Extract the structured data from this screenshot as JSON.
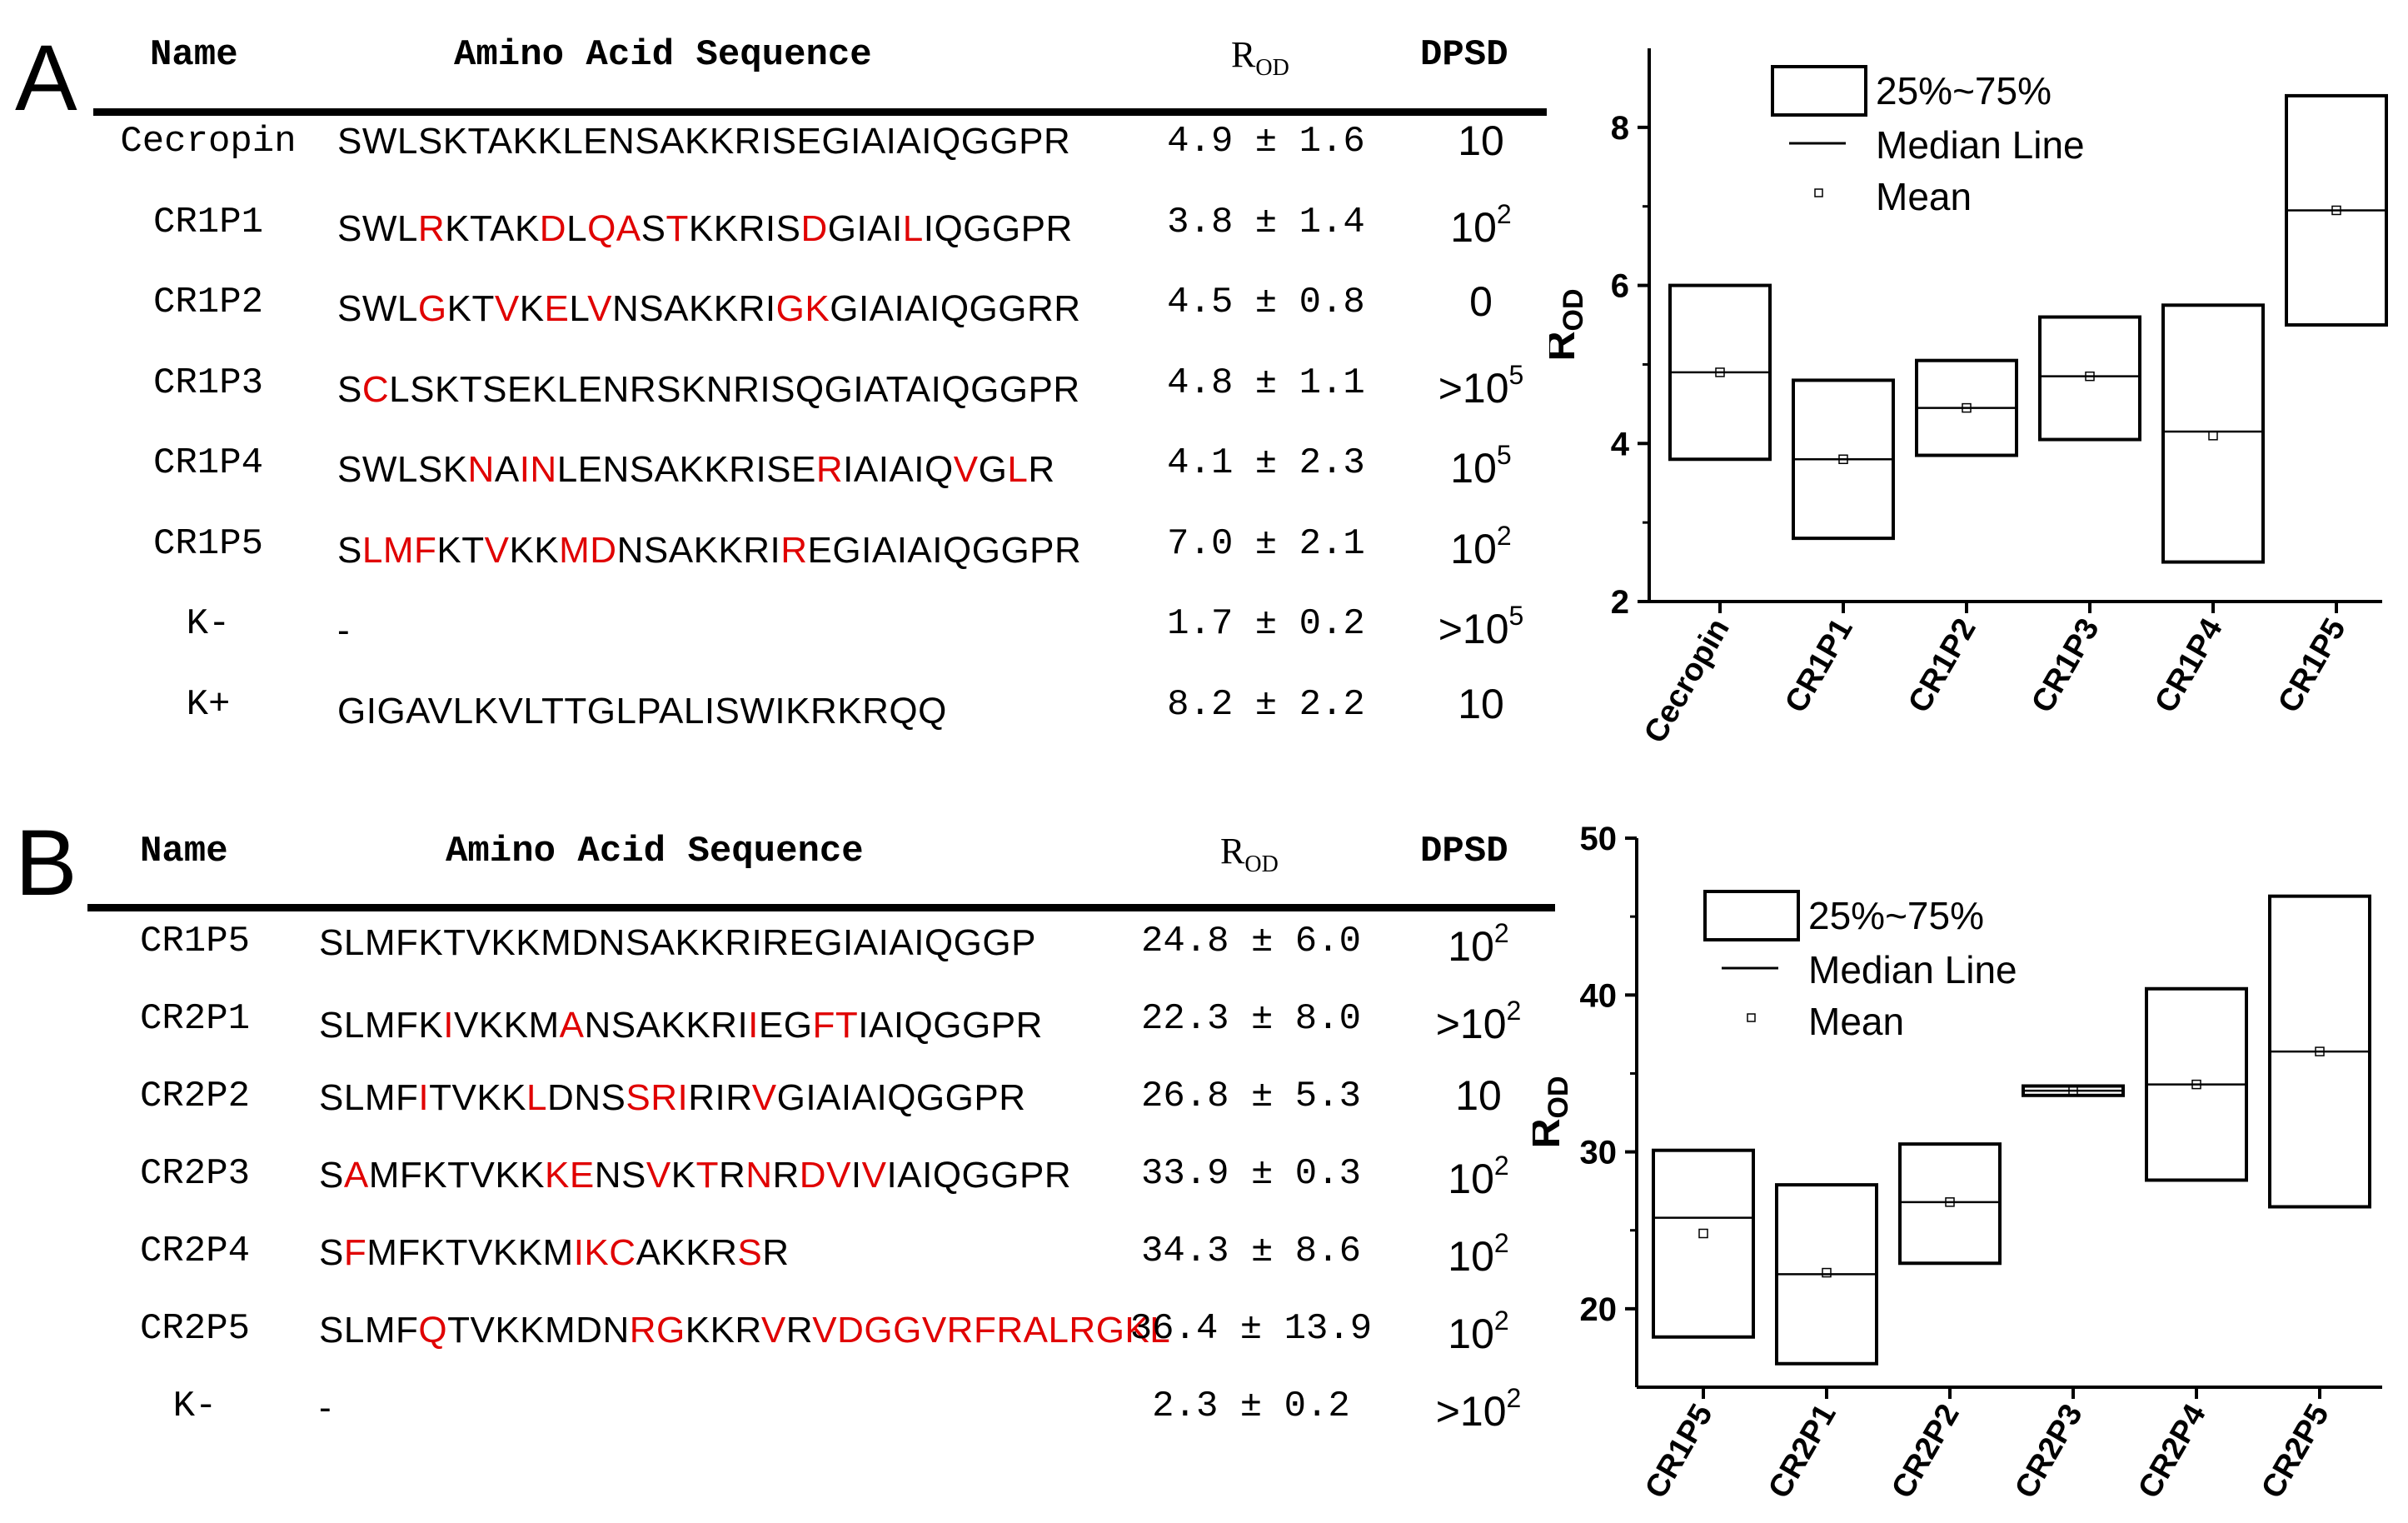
{
  "panels": [
    {
      "letter": "A",
      "table": {
        "headers": {
          "name": "Name",
          "sequence": "Amino Acid Sequence",
          "rod_main": "R",
          "rod_sub": "OD",
          "dpsd": "DPSD"
        },
        "rows": [
          {
            "name": "Cecropin",
            "segments": [
              {
                "t": "SWLSKTAKKLENSAKKRISEGIAIAIQGGPR",
                "m": false
              }
            ],
            "rod": "4.9 ± 1.6",
            "dpsd_base": "10",
            "dpsd_exp": ""
          },
          {
            "name": "CR1P1",
            "segments": [
              {
                "t": "SWL",
                "m": false
              },
              {
                "t": "R",
                "m": true
              },
              {
                "t": "KTAK",
                "m": false
              },
              {
                "t": "D",
                "m": true
              },
              {
                "t": "L",
                "m": false
              },
              {
                "t": "QA",
                "m": true
              },
              {
                "t": "S",
                "m": false
              },
              {
                "t": "T",
                "m": true
              },
              {
                "t": "KKRIS",
                "m": false
              },
              {
                "t": "D",
                "m": true
              },
              {
                "t": "GIAI",
                "m": false
              },
              {
                "t": "L",
                "m": true
              },
              {
                "t": "IQGGPR",
                "m": false
              }
            ],
            "rod": "3.8 ± 1.4",
            "dpsd_base": "10",
            "dpsd_exp": "2"
          },
          {
            "name": "CR1P2",
            "segments": [
              {
                "t": "SWL",
                "m": false
              },
              {
                "t": "G",
                "m": true
              },
              {
                "t": "KT",
                "m": false
              },
              {
                "t": "V",
                "m": true
              },
              {
                "t": "K",
                "m": false
              },
              {
                "t": "E",
                "m": true
              },
              {
                "t": "L",
                "m": false
              },
              {
                "t": "V",
                "m": true
              },
              {
                "t": "NSAKKRI",
                "m": false
              },
              {
                "t": "GK",
                "m": true
              },
              {
                "t": "GIAIAIQGGRR",
                "m": false
              }
            ],
            "rod": "4.5 ± 0.8",
            "dpsd_base": "0",
            "dpsd_exp": ""
          },
          {
            "name": "CR1P3",
            "segments": [
              {
                "t": "S",
                "m": false
              },
              {
                "t": "C",
                "m": true
              },
              {
                "t": "LSKTSEKLENRSKNRISQGIATAIQGGPR",
                "m": false
              }
            ],
            "rod": "4.8 ± 1.1",
            "dpsd_base": ">10",
            "dpsd_exp": "5"
          },
          {
            "name": "CR1P4",
            "segments": [
              {
                "t": "SWLSK",
                "m": false
              },
              {
                "t": "N",
                "m": true
              },
              {
                "t": "A",
                "m": false
              },
              {
                "t": "IN",
                "m": true
              },
              {
                "t": "LENSAKKRISE",
                "m": false
              },
              {
                "t": "R",
                "m": true
              },
              {
                "t": "IAIAIQ",
                "m": false
              },
              {
                "t": "V",
                "m": true
              },
              {
                "t": "G",
                "m": false
              },
              {
                "t": "L",
                "m": true
              },
              {
                "t": "R",
                "m": false
              }
            ],
            "rod": "4.1 ± 2.3",
            "dpsd_base": "10",
            "dpsd_exp": "5"
          },
          {
            "name": "CR1P5",
            "segments": [
              {
                "t": "S",
                "m": false
              },
              {
                "t": "LMF",
                "m": true
              },
              {
                "t": "KT",
                "m": false
              },
              {
                "t": "V",
                "m": true
              },
              {
                "t": "KK",
                "m": false
              },
              {
                "t": "MD",
                "m": true
              },
              {
                "t": "NSAKKRI",
                "m": false
              },
              {
                "t": "R",
                "m": true
              },
              {
                "t": "EGIAIAIQGGPR",
                "m": false
              }
            ],
            "rod": "7.0 ± 2.1",
            "dpsd_base": "10",
            "dpsd_exp": "2"
          },
          {
            "name": "K-",
            "segments": [
              {
                "t": "-",
                "m": false
              }
            ],
            "rod": "1.7 ± 0.2",
            "dpsd_base": ">10",
            "dpsd_exp": "5"
          },
          {
            "name": "K+",
            "segments": [
              {
                "t": "GIGAVLKVLTTGLPALISWIKRKRQQ",
                "m": false
              }
            ],
            "rod": "8.2 ± 2.2",
            "dpsd_base": "10",
            "dpsd_exp": ""
          }
        ]
      }
    },
    {
      "letter": "B",
      "table": {
        "headers": {
          "name": "Name",
          "sequence": "Amino Acid Sequence",
          "rod_main": "R",
          "rod_sub": "OD",
          "dpsd": "DPSD"
        },
        "rows": [
          {
            "name": "CR1P5",
            "segments": [
              {
                "t": "SLMFKTVKKMDNSAKKRIREGIAIAIQGGP",
                "m": false
              }
            ],
            "rod": "24.8 ± 6.0",
            "dpsd_base": "10",
            "dpsd_exp": "2"
          },
          {
            "name": "CR2P1",
            "segments": [
              {
                "t": "SLMFK",
                "m": false
              },
              {
                "t": "I",
                "m": true
              },
              {
                "t": "VKKM",
                "m": false
              },
              {
                "t": "A",
                "m": true
              },
              {
                "t": "NSAKKRI",
                "m": false
              },
              {
                "t": "I",
                "m": true
              },
              {
                "t": "EG",
                "m": false
              },
              {
                "t": "FT",
                "m": true
              },
              {
                "t": "IAIQGGPR",
                "m": false
              }
            ],
            "rod": "22.3 ± 8.0",
            "dpsd_base": ">10",
            "dpsd_exp": "2"
          },
          {
            "name": "CR2P2",
            "segments": [
              {
                "t": "SLMF",
                "m": false
              },
              {
                "t": "I",
                "m": true
              },
              {
                "t": "TVKK",
                "m": false
              },
              {
                "t": "L",
                "m": true
              },
              {
                "t": "DNS",
                "m": false
              },
              {
                "t": "SRI",
                "m": true
              },
              {
                "t": "RIR",
                "m": false
              },
              {
                "t": "V",
                "m": true
              },
              {
                "t": "GIAIAIQGGPR",
                "m": false
              }
            ],
            "rod": "26.8 ± 5.3",
            "dpsd_base": "10",
            "dpsd_exp": ""
          },
          {
            "name": "CR2P3",
            "segments": [
              {
                "t": "S",
                "m": false
              },
              {
                "t": "A",
                "m": true
              },
              {
                "t": "MFKTVKK",
                "m": false
              },
              {
                "t": "KE",
                "m": true
              },
              {
                "t": "NS",
                "m": false
              },
              {
                "t": "V",
                "m": true
              },
              {
                "t": "K",
                "m": false
              },
              {
                "t": "T",
                "m": true
              },
              {
                "t": "R",
                "m": false
              },
              {
                "t": "N",
                "m": true
              },
              {
                "t": "R",
                "m": false
              },
              {
                "t": "DV",
                "m": true
              },
              {
                "t": "I",
                "m": false
              },
              {
                "t": "V",
                "m": true
              },
              {
                "t": "IAIQGGPR",
                "m": false
              }
            ],
            "rod": "33.9 ± 0.3",
            "dpsd_base": "10",
            "dpsd_exp": "2"
          },
          {
            "name": "CR2P4",
            "segments": [
              {
                "t": "S",
                "m": false
              },
              {
                "t": "F",
                "m": true
              },
              {
                "t": "MFKTVKKM",
                "m": false
              },
              {
                "t": "IKC",
                "m": true
              },
              {
                "t": "AKKR",
                "m": false
              },
              {
                "t": "S",
                "m": true
              },
              {
                "t": "R",
                "m": false
              }
            ],
            "rod": "34.3 ± 8.6",
            "dpsd_base": "10",
            "dpsd_exp": "2"
          },
          {
            "name": "CR2P5",
            "segments": [
              {
                "t": "SLMF",
                "m": false
              },
              {
                "t": "Q",
                "m": true
              },
              {
                "t": "TVKKMDN",
                "m": false
              },
              {
                "t": "RG",
                "m": true
              },
              {
                "t": "KKR",
                "m": false
              },
              {
                "t": "V",
                "m": true
              },
              {
                "t": "R",
                "m": false
              },
              {
                "t": "VDGGVRFRALRGKL",
                "m": true
              }
            ],
            "rod": "36.4 ± 13.9",
            "dpsd_base": "10",
            "dpsd_exp": "2"
          },
          {
            "name": "K-",
            "segments": [
              {
                "t": "-",
                "m": false
              }
            ],
            "rod": "2.3 ± 0.2",
            "dpsd_base": ">10",
            "dpsd_exp": "2"
          }
        ]
      }
    }
  ],
  "chart_data": [
    {
      "type": "box",
      "panel": "A",
      "ylabel_main": "R",
      "ylabel_sub": "OD",
      "ylim": [
        2,
        9
      ],
      "yticks": [
        2,
        4,
        6,
        8
      ],
      "categories": [
        "Cecropin",
        "CR1P1",
        "CR1P2",
        "CR1P3",
        "CR1P4",
        "CR1P5"
      ],
      "q1": [
        3.8,
        2.8,
        3.85,
        4.05,
        2.5,
        5.5
      ],
      "q3": [
        6.0,
        4.8,
        5.05,
        5.6,
        5.75,
        8.4
      ],
      "median": [
        4.9,
        3.8,
        4.45,
        4.85,
        4.15,
        6.95
      ],
      "mean": [
        4.9,
        3.8,
        4.45,
        4.85,
        4.1,
        6.95
      ],
      "legend": {
        "box": "25%~75%",
        "median": "Median Line",
        "mean": "Mean"
      }
    },
    {
      "type": "box",
      "panel": "B",
      "ylabel_main": "R",
      "ylabel_sub": "OD",
      "ylim": [
        15,
        50
      ],
      "yticks": [
        20,
        30,
        40,
        50
      ],
      "categories": [
        "CR1P5",
        "CR2P1",
        "CR2P2",
        "CR2P3",
        "CR2P4",
        "CR2P5"
      ],
      "q1": [
        18.2,
        16.5,
        22.9,
        33.6,
        28.2,
        26.5
      ],
      "q3": [
        30.1,
        27.9,
        30.5,
        34.2,
        40.4,
        46.3
      ],
      "median": [
        25.8,
        22.2,
        26.8,
        33.9,
        34.3,
        36.4
      ],
      "mean": [
        24.8,
        22.3,
        26.8,
        33.9,
        34.3,
        36.4
      ],
      "legend": {
        "box": "25%~75%",
        "median": "Median Line",
        "mean": "Mean"
      }
    }
  ]
}
